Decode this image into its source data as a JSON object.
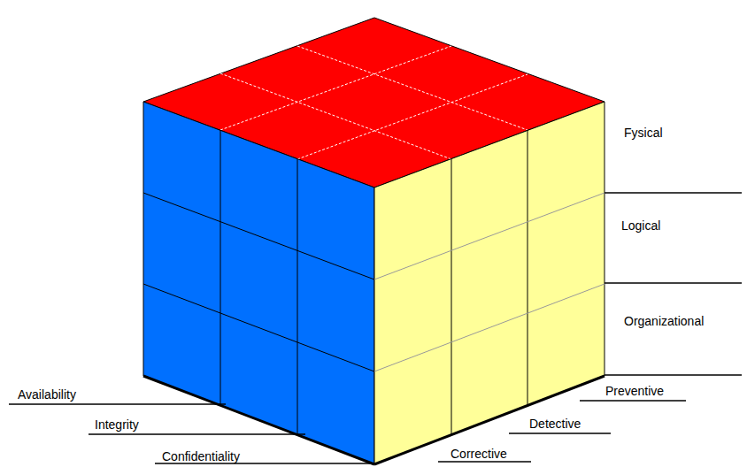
{
  "diagram": {
    "labels": [
      "Fysical",
      "Logical",
      "Organizational",
      "Preventive",
      "Detective",
      "Corrective",
      "Availability",
      "Integrity",
      "Confidentiality"
    ]
  }
}
